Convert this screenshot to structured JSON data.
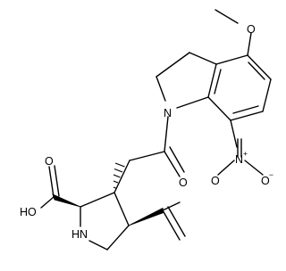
{
  "labels": {
    "methoxy_o": "O",
    "indoline_n": "N",
    "acyl_o": "O",
    "nitro_n": "N",
    "nitro_n_charge": "+",
    "nitro_o_top": "O",
    "nitro_o_right": "O",
    "nitro_o_charge": "−",
    "acid_o": "O",
    "acid_oh": "HO",
    "pyrrolidine_nh": "HN"
  }
}
